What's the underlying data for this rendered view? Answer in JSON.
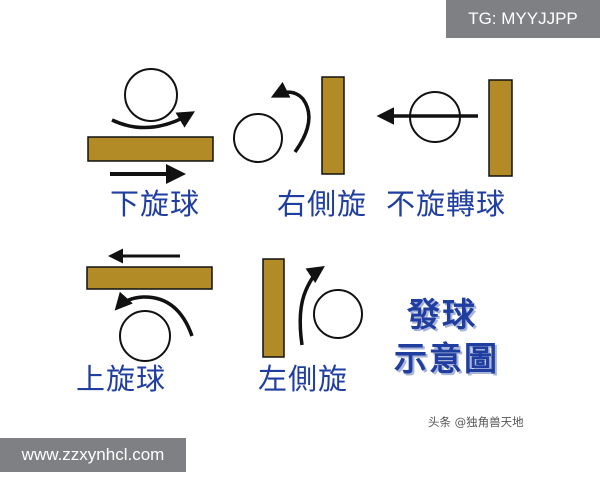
{
  "captions": {
    "topspin": "下旋球",
    "right_side": "右側旋",
    "no_spin": "不旋轉球",
    "bottom_spin": "上旋球",
    "left_side": "左側旋"
  },
  "title": {
    "line1": "發球",
    "line2": "示意圖"
  },
  "watermarks": {
    "tg": "TG: MYYJJPP",
    "url": "www.zzxynhcl.com",
    "credit": "头条 @独角兽天地"
  },
  "colors": {
    "paddle": "#b28a26",
    "caption": "#1f3ea0",
    "stroke": "#111111"
  }
}
